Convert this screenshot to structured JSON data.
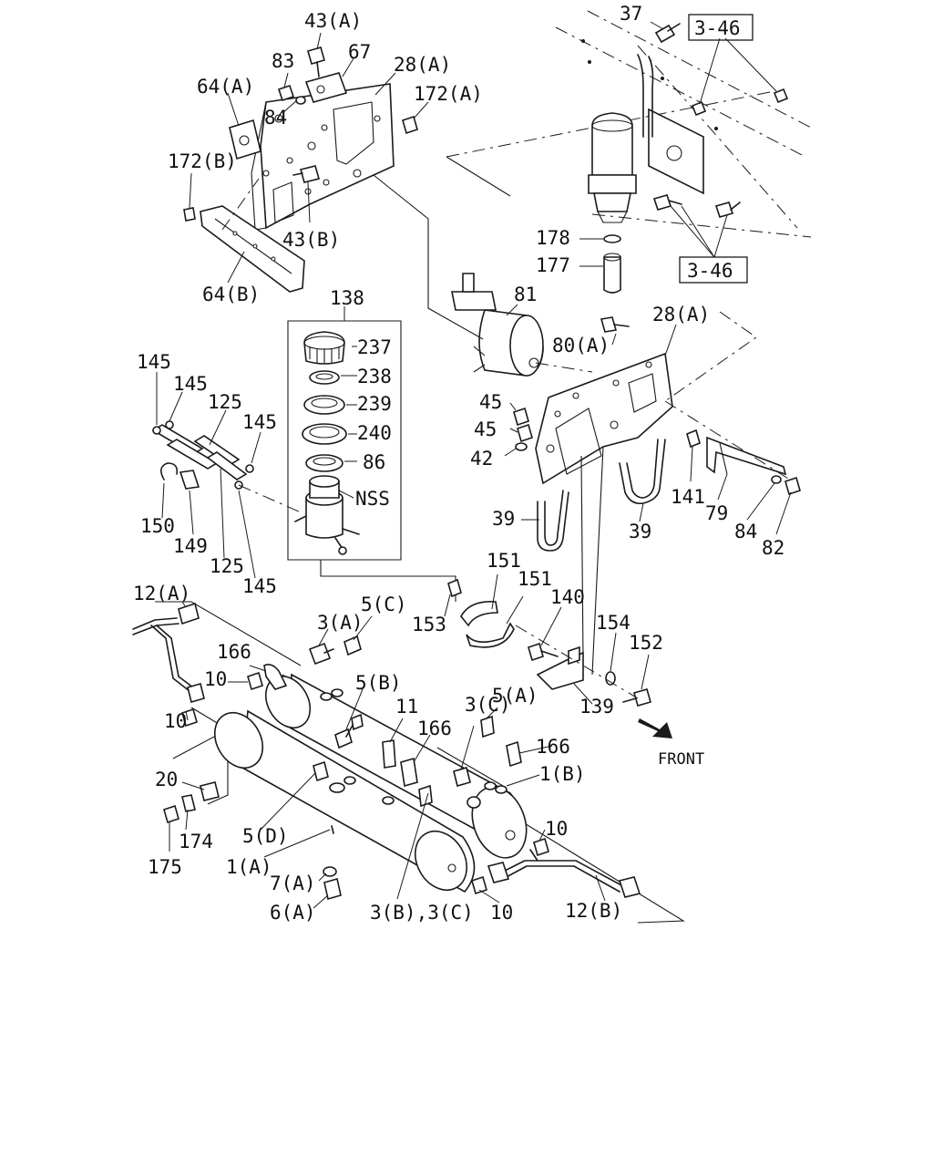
{
  "colors": {
    "ink": "#1a1a1a",
    "background": "#ffffff"
  },
  "labels": {
    "p37": "37",
    "ref_top": "3-46",
    "ref_bottom": "3-46",
    "p43a": "43(A)",
    "p83": "83",
    "p67": "67",
    "p28a_top": "28(A)",
    "p64a": "64(A)",
    "p84_top": "84",
    "p172a": "172(A)",
    "p172b": "172(B)",
    "p43b": "43(B)",
    "p64b": "64(B)",
    "p178": "178",
    "p177": "177",
    "p138": "138",
    "p237": "237",
    "p238": "238",
    "p239": "239",
    "p240": "240",
    "p86": "86",
    "pNSS": "NSS",
    "p145_a": "145",
    "p145_b": "145",
    "p125_top": "125",
    "p145_c": "145",
    "p150": "150",
    "p149": "149",
    "p125_bot": "125",
    "p145_d": "145",
    "p81": "81",
    "p28a_mid": "28(A)",
    "p80a": "80(A)",
    "p45_a": "45",
    "p45_b": "45",
    "p42": "42",
    "p39_a": "39",
    "p39_b": "39",
    "p141": "141",
    "p79": "79",
    "p84_mid": "84",
    "p82": "82",
    "p151_a": "151",
    "p151_b": "151",
    "p153": "153",
    "p140": "140",
    "p154": "154",
    "p152": "152",
    "p139": "139",
    "p12a": "12(A)",
    "p3a": "3(A)",
    "p5c": "5(C)",
    "p166_a": "166",
    "p10_a": "10",
    "p5b": "5(B)",
    "p11": "11",
    "p166_b": "166",
    "p3c": "3(C)",
    "p5a": "5(A)",
    "p166_c": "166",
    "p10_b": "10",
    "p1b": "1(B)",
    "p20": "20",
    "p174": "174",
    "p175": "175",
    "p5d": "5(D)",
    "p1a": "1(A)",
    "p7a": "7(A)",
    "p6a": "6(A)",
    "p3b3c": "3(B),3(C)",
    "p10_c": "10",
    "p10_d": "10",
    "p12b": "12(B)",
    "front": "FRONT"
  },
  "icons": {
    "front_arrow": "arrow-icon"
  }
}
